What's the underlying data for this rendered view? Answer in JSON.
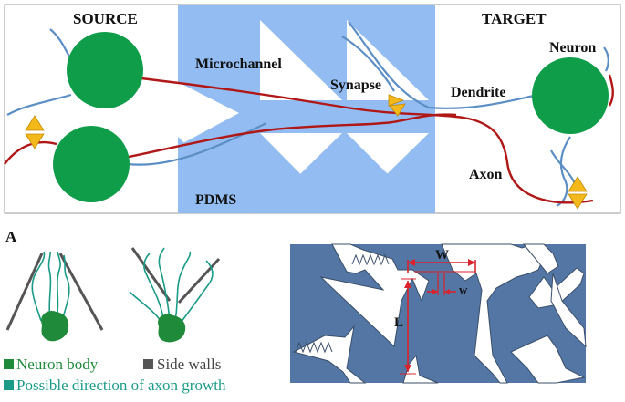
{
  "panel_top": {
    "source_label": "SOURCE",
    "target_label": "TARGET",
    "microchannel_label": "Microchannel",
    "synapse_label": "Synapse",
    "dendrite_label": "Dendrite",
    "neuron_label": "Neuron",
    "axon_label": "Axon",
    "pdms_label": "PDMS"
  },
  "panel_a": {
    "letter": "A",
    "legend": {
      "neuron_body": "Neuron body",
      "side_walls": "Side walls",
      "axon_growth": "Possible direction of axon growth"
    }
  },
  "dimension_labels": {
    "big_w": "W",
    "small_w": "w",
    "length": "L"
  },
  "colors": {
    "neuron": "#0f9d4a",
    "channel": "#93bdf2",
    "axon": "#b01818",
    "dendrite": "#5b8ec4",
    "synapse": "#f2b81c",
    "pdms_pattern": "#5376a4",
    "wall": "#555555",
    "legend_teal": "#1a9b88",
    "legend_green": "#1e8a3a",
    "dimension": "#d9232a"
  }
}
